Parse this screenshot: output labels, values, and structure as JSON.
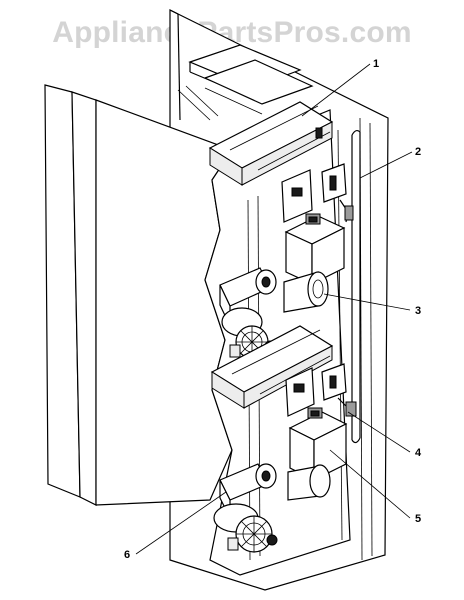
{
  "watermark": "AppliancePartsPros.com",
  "callouts": [
    {
      "label": "1"
    },
    {
      "label": "2"
    },
    {
      "label": "3"
    },
    {
      "label": "4"
    },
    {
      "label": "5"
    },
    {
      "label": "6"
    }
  ]
}
